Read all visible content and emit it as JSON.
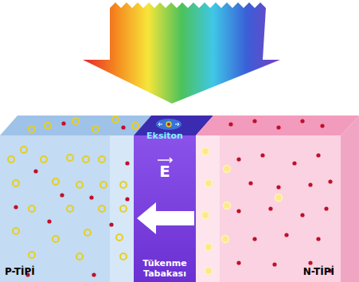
{
  "diagram": {
    "nodes": [
      {
        "text": [
          "P-TİPİ"
        ]
      },
      {
        "text": [
          "E",
          "Tükenme Tabakası"
        ]
      },
      {
        "text": [
          "N-TİPİ"
        ]
      }
    ],
    "labels": [
      "Eksiton"
    ]
  }
}
